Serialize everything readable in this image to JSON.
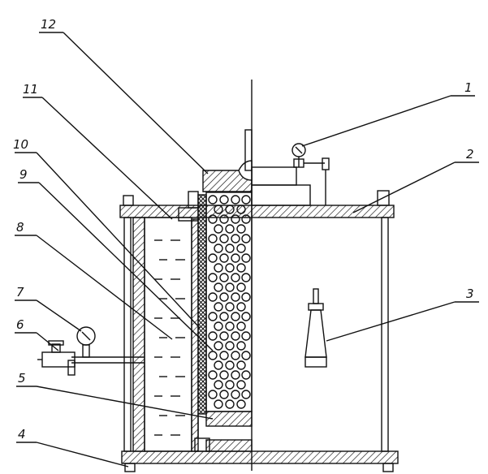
{
  "diagram": {
    "callouts": [
      {
        "label": "1",
        "target": "gauge-top"
      },
      {
        "label": "2",
        "target": "top-plate-right"
      },
      {
        "label": "3",
        "target": "funnel-probe"
      },
      {
        "label": "4",
        "target": "bottom-plate"
      },
      {
        "label": "5",
        "target": "lower-block"
      },
      {
        "label": "6",
        "target": "valve"
      },
      {
        "label": "7",
        "target": "gauge-side"
      },
      {
        "label": "8",
        "target": "water-reservoir"
      },
      {
        "label": "9",
        "target": "granular-fill"
      },
      {
        "label": "10",
        "target": "mesh-screen"
      },
      {
        "label": "11",
        "target": "inner-wall"
      },
      {
        "label": "12",
        "target": "top-cap"
      }
    ]
  }
}
